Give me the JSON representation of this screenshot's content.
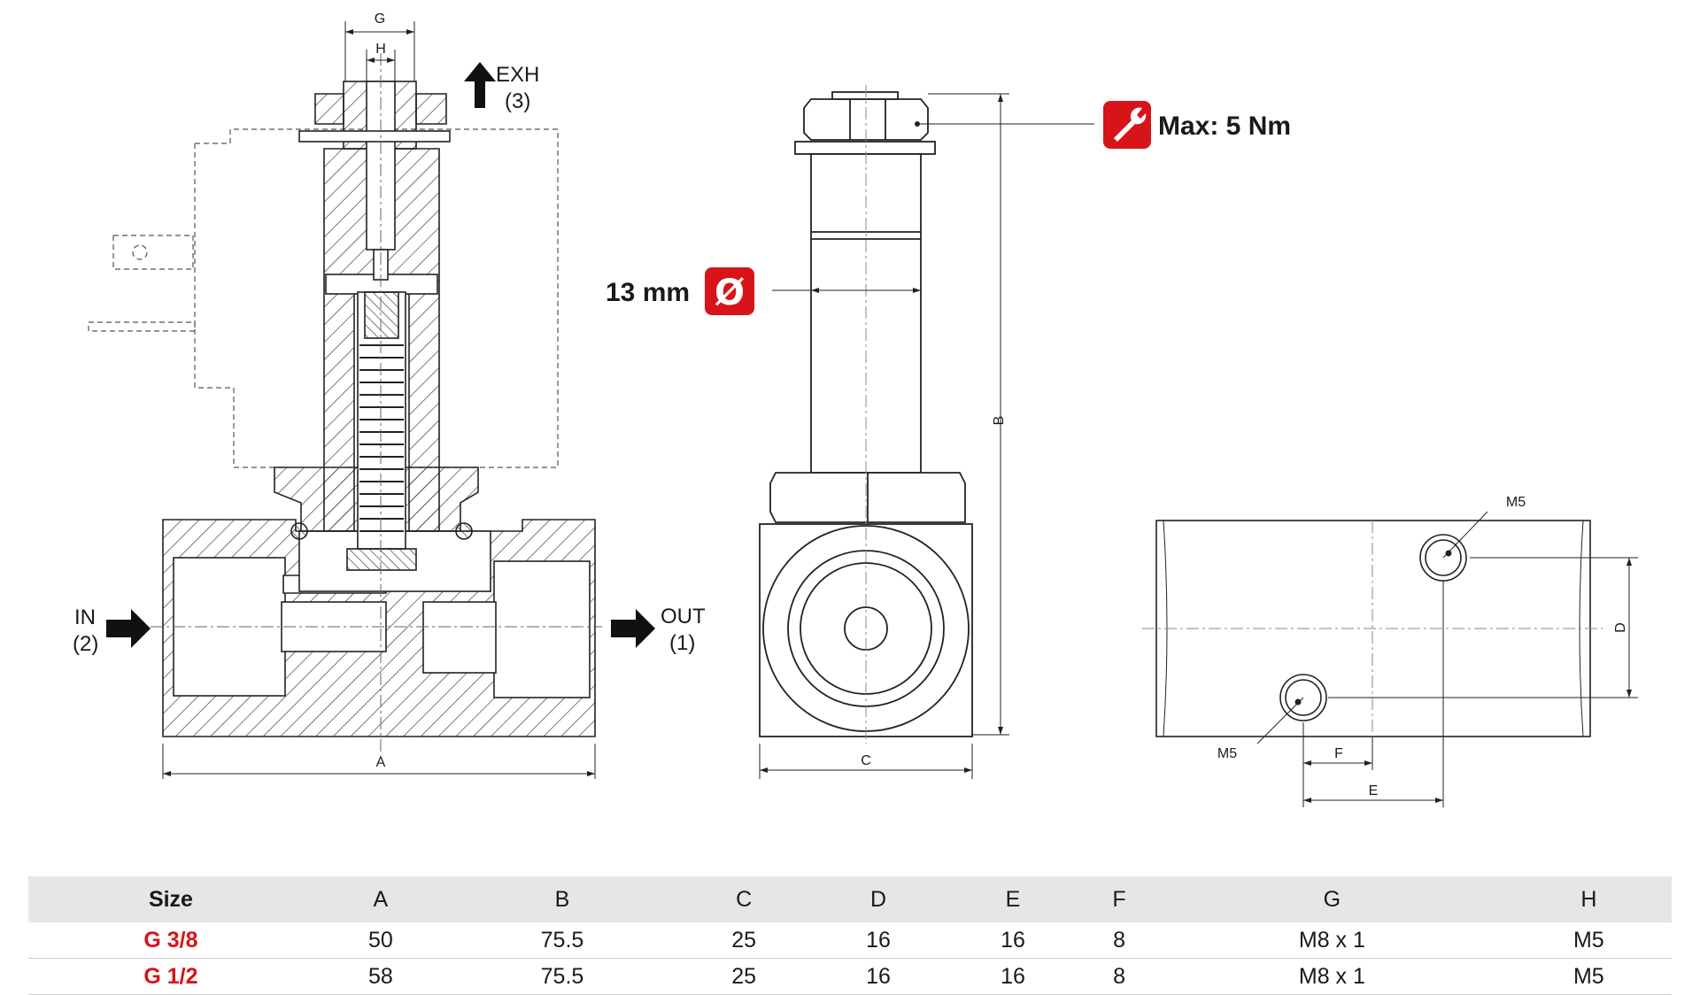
{
  "labels": {
    "G": "G",
    "H": "H",
    "A": "A",
    "B": "B",
    "C": "C",
    "D": "D",
    "E": "E",
    "F": "F",
    "exh": "EXH",
    "exh_port": "(3)",
    "in": "IN",
    "in_port": "(2)",
    "out": "OUT",
    "out_port": "(1)",
    "m5_top": "M5",
    "m5_bottom": "M5"
  },
  "callouts": {
    "torque": "Max: 5 Nm",
    "diameter_value": "13 mm",
    "diameter_symbol": "Ø",
    "accent_color": "#d7141a"
  },
  "icons": {
    "torque": "wrench-icon",
    "diameter": "diameter-icon",
    "flow": "arrow-icon"
  },
  "table": {
    "headers": [
      "Size",
      "A",
      "B",
      "C",
      "D",
      "E",
      "F",
      "G",
      "H"
    ],
    "rows": [
      [
        "G 3/8",
        "50",
        "75.5",
        "25",
        "16",
        "16",
        "8",
        "M8 x 1",
        "M5"
      ],
      [
        "G 1/2",
        "58",
        "75.5",
        "25",
        "16",
        "16",
        "8",
        "M8 x 1",
        "M5"
      ]
    ]
  }
}
